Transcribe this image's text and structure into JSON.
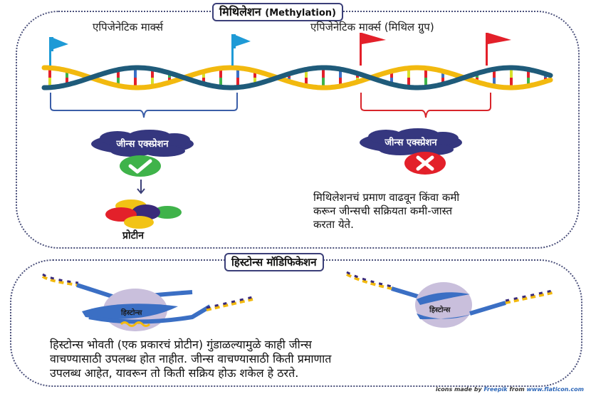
{
  "methylation": {
    "title_mr": "मिथिलेशन",
    "title_en": "(Methylation)",
    "left_label": "एपिजेनेटिक मार्क्स",
    "right_label": "एपिजेनेटिक मार्क्स (मिथिल ग्रुप)",
    "left_expression": "जीन्स एक्स्प्रेशन",
    "right_expression": "जीन्स एक्स्प्रेशन",
    "left_status_icon": "check-icon",
    "right_status_icon": "cross-icon",
    "protein_label": "प्रोटीन",
    "description": [
      "मिथिलेशनचं प्रमाण वाढवून किंवा कमी",
      "करून जीन्सची सक्रियता कमी-जास्त",
      "करता येते."
    ]
  },
  "histone": {
    "title": "हिस्टोन्स मॉडिफिकेशन",
    "left_histone_label": "हिस्टोन्स",
    "right_histone_label": "हिस्टोन्स",
    "description": [
      "हिस्टोन्स भोवती (एक प्रकारचं प्रोटीन) गुंडाळल्यामुळे काही जीन्स",
      "वाचण्यासाठी उपलब्ध होत नाहीत. जीन्स वाचण्यासाठी किती प्रमाणात",
      "उपलब्ध आहेत, यावरून तो किती सक्रिय होऊ शकेल हे ठरते."
    ]
  },
  "credit": {
    "prefix": "icons made by",
    "author": "Freepik",
    "mid": "from",
    "site": "www.flaticon.com"
  },
  "colors": {
    "blue_flag": "#1e9ad6",
    "red_flag": "#e3202a",
    "strand_dark": "#1f5b7a",
    "strand_yellow": "#f2b90f",
    "cloud": "#35377f",
    "check": "#3fb34a",
    "cross": "#e3202a",
    "histone": "#c9bfdc",
    "dna_wrap": "#3b6fc4"
  }
}
